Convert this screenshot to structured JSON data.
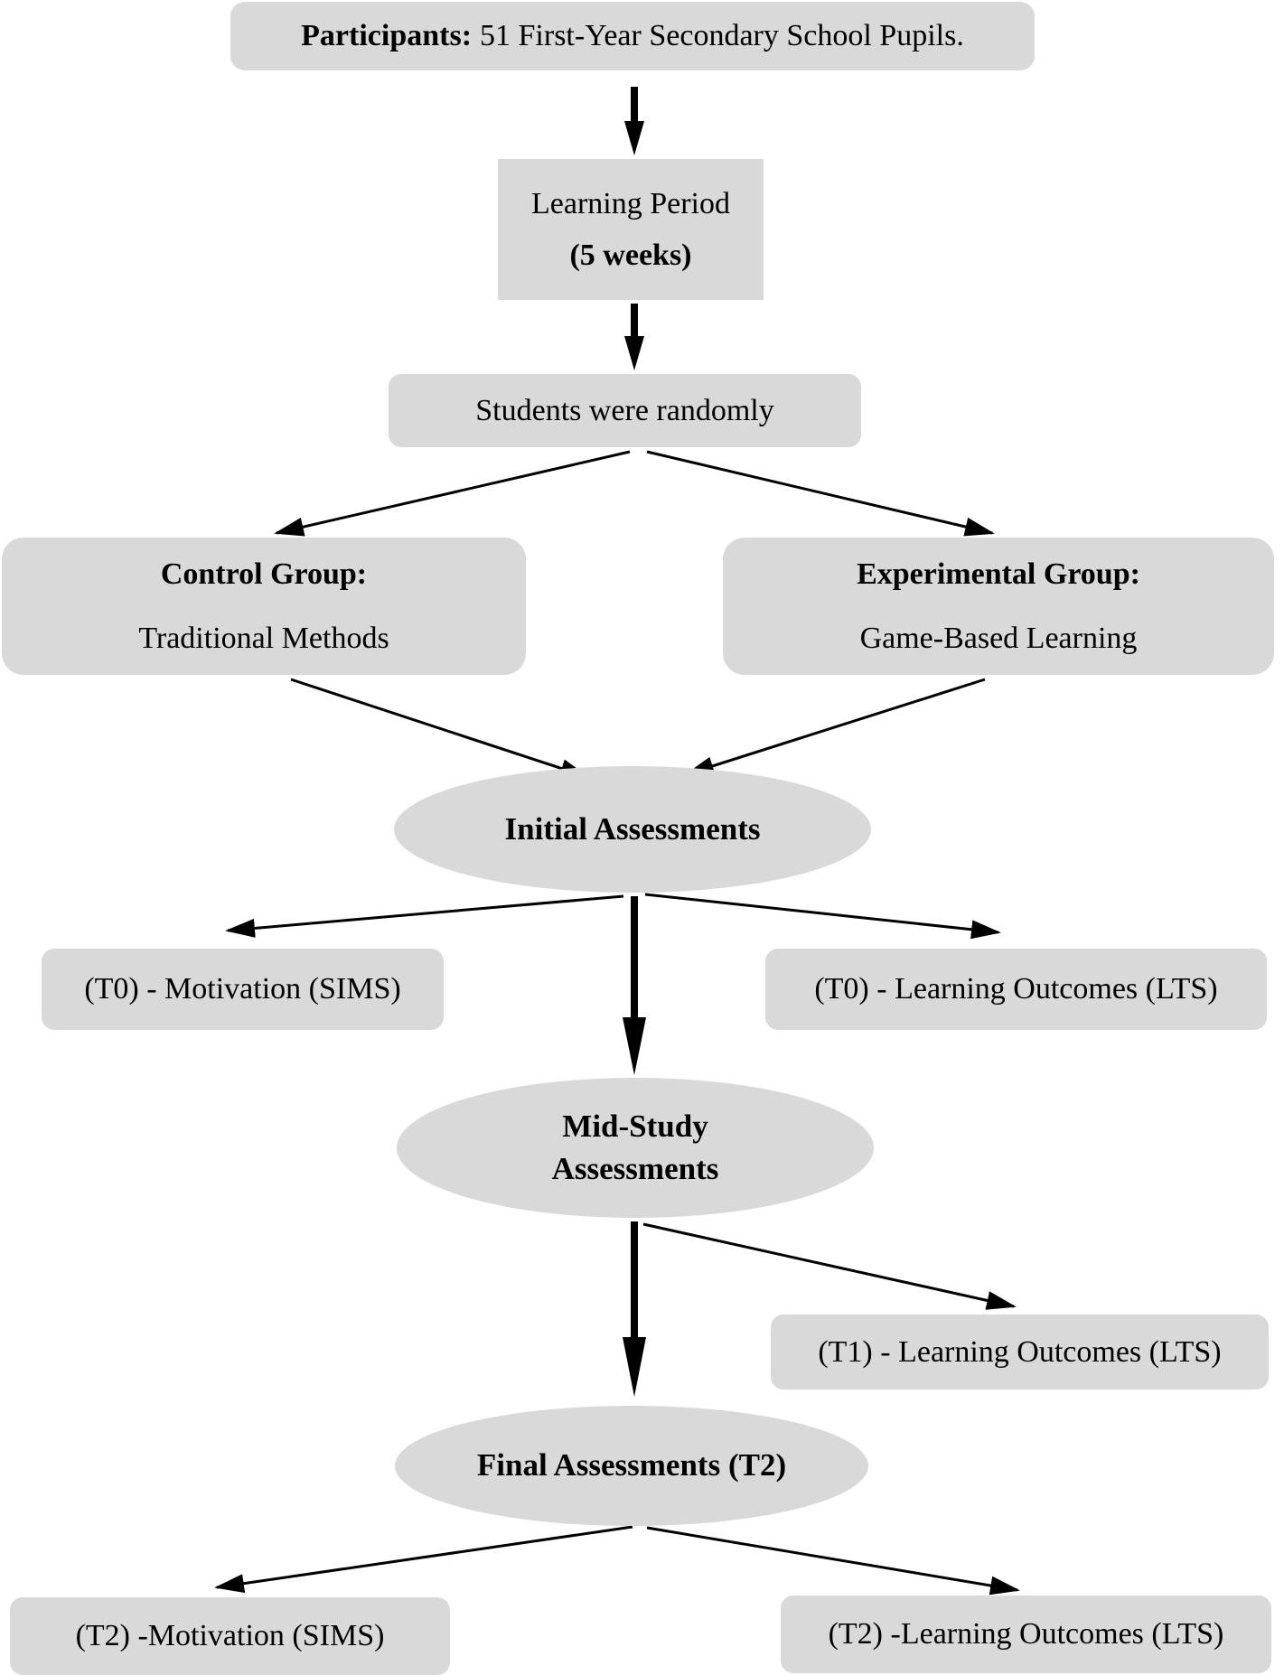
{
  "colors": {
    "node_fill": "#d9d9d9",
    "arrow": "#000000",
    "background": "#ffffff",
    "text": "#000000"
  },
  "nodes": {
    "participants": {
      "bold": "Participants:",
      "text": "51 First-Year Secondary School Pupils."
    },
    "learning_period": {
      "line1": "Learning Period",
      "line2": "(5 weeks)"
    },
    "randomization": {
      "text": "Students were randomly"
    },
    "control_group": {
      "title": "Control Group:",
      "subtitle": "Traditional Methods"
    },
    "experimental_group": {
      "title": "Experimental Group:",
      "subtitle": "Game-Based Learning"
    },
    "initial_assessments": {
      "text": "Initial Assessments"
    },
    "t0_motivation": {
      "text": "(T0) - Motivation (SIMS)"
    },
    "t0_learning_outcomes": {
      "text": "(T0) - Learning Outcomes (LTS)"
    },
    "mid_study_assessments": {
      "line1": "Mid-Study",
      "line2": "Assessments"
    },
    "t1_learning_outcomes": {
      "text": "(T1) - Learning Outcomes (LTS)"
    },
    "final_assessments": {
      "text": "Final Assessments (T2)"
    },
    "t2_motivation": {
      "text": "(T2) -Motivation (SIMS)"
    },
    "t2_learning_outcomes": {
      "text": "(T2) -Learning Outcomes (LTS)"
    }
  }
}
